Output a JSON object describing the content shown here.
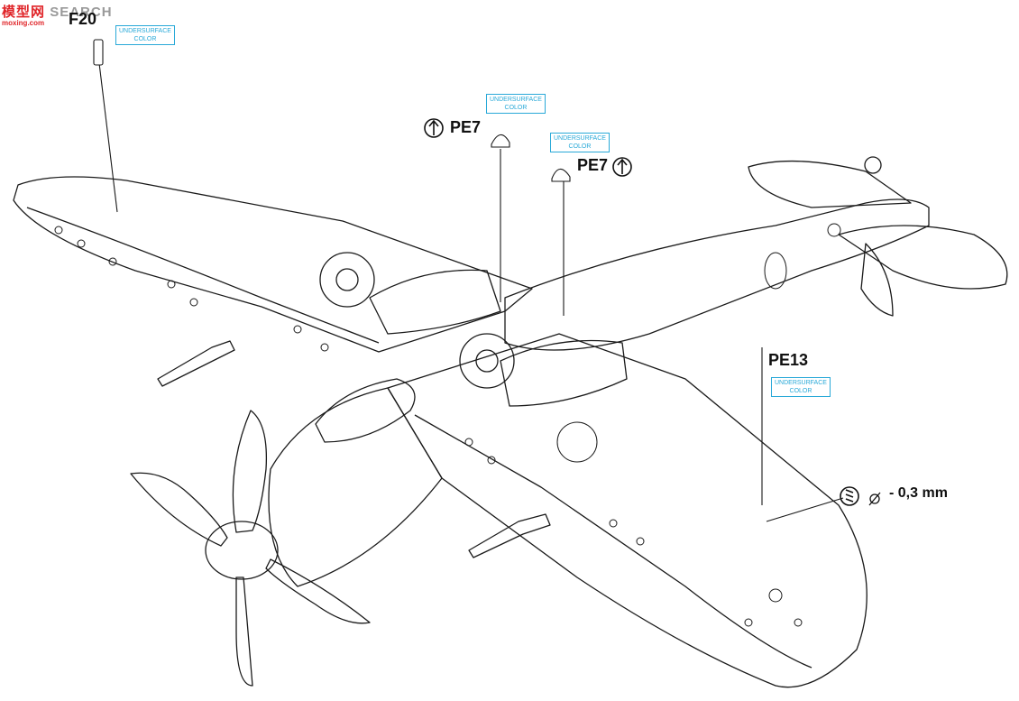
{
  "watermark": {
    "brand": "模型网",
    "search": "SEARCH",
    "site": "moxing.com"
  },
  "callouts": {
    "f20": "F20",
    "pe7_left": "PE7",
    "pe7_right": "PE7",
    "pe13": "PE13",
    "drill_size": "- 0,3 mm"
  },
  "color_note": "UNDERSURFACE\nCOLOR",
  "colors": {
    "line": "#1a1a1a",
    "note_blue": "#29a9d8",
    "watermark_red": "#e0262a"
  },
  "icons": [
    "up-arrow-circle-icon",
    "drill-icon",
    "diameter-icon"
  ]
}
